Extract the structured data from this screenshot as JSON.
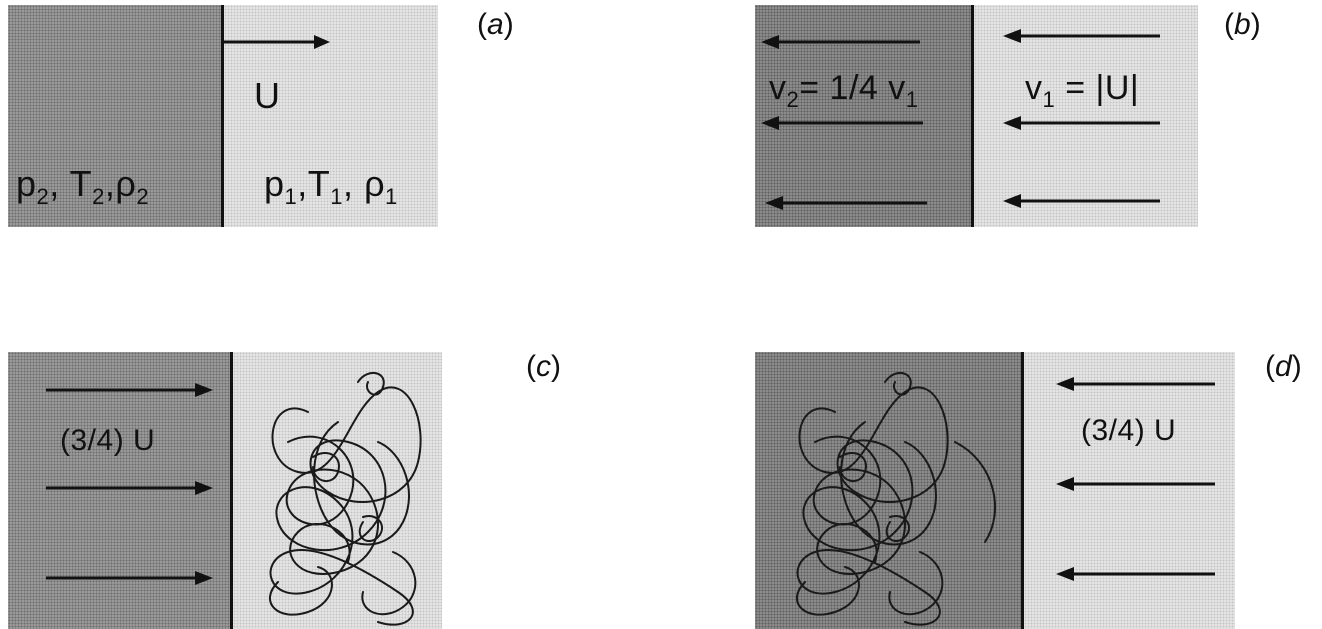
{
  "panel_a": {
    "tag_open": "(",
    "tag_letter": "a",
    "tag_close": ")",
    "velocity": "U",
    "left_state": {
      "p": "p",
      "p_sub": "2",
      "T": "T",
      "T_sub": "2",
      "rho": "ρ",
      "rho_sub": "2"
    },
    "right_state": {
      "p": "p",
      "p_sub": "1",
      "T": "T",
      "T_sub": "1",
      "rho": "ρ",
      "rho_sub": "1"
    }
  },
  "panel_b": {
    "tag_open": "(",
    "tag_letter": "b",
    "tag_close": ")",
    "left_v": "v",
    "left_v_sub": "2",
    "left_eq": "= 1/4 v",
    "left_eq_sub": "1",
    "right_v": "v",
    "right_v_sub": "1",
    "right_eq": " = |U|"
  },
  "panel_c": {
    "tag_open": "(",
    "tag_letter": "c",
    "tag_close": ")",
    "flow_label": "(3/4) U"
  },
  "panel_d": {
    "tag_open": "(",
    "tag_letter": "d",
    "tag_close": ")",
    "flow_label": "(3/4) U"
  },
  "colors": {
    "ink": "#111111",
    "dark_gas": "#9a9a9a",
    "light_gas": "#e3e3e3"
  }
}
